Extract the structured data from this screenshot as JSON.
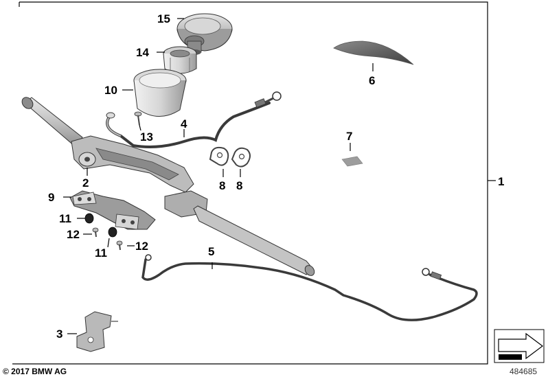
{
  "callouts": {
    "c1": "1",
    "c2": "2",
    "c3": "3",
    "c4": "4",
    "c5": "5",
    "c6": "6",
    "c7": "7",
    "c8a": "8",
    "c8b": "8",
    "c9": "9",
    "c10": "10",
    "c11a": "11",
    "c11b": "11",
    "c12a": "12",
    "c12b": "12",
    "c13": "13",
    "c14": "14",
    "c15": "15"
  },
  "footer": {
    "copyright": "© 2017 BMW AG",
    "image_number": "484685"
  },
  "icons": {
    "navigation": "arrow-navigation-icon"
  },
  "colors": {
    "line": "#000000",
    "part_light": "#e4e4e4",
    "part_mid": "#b9b9b9",
    "part_dark": "#6f6f6f",
    "hose": "#3a3a3a"
  }
}
